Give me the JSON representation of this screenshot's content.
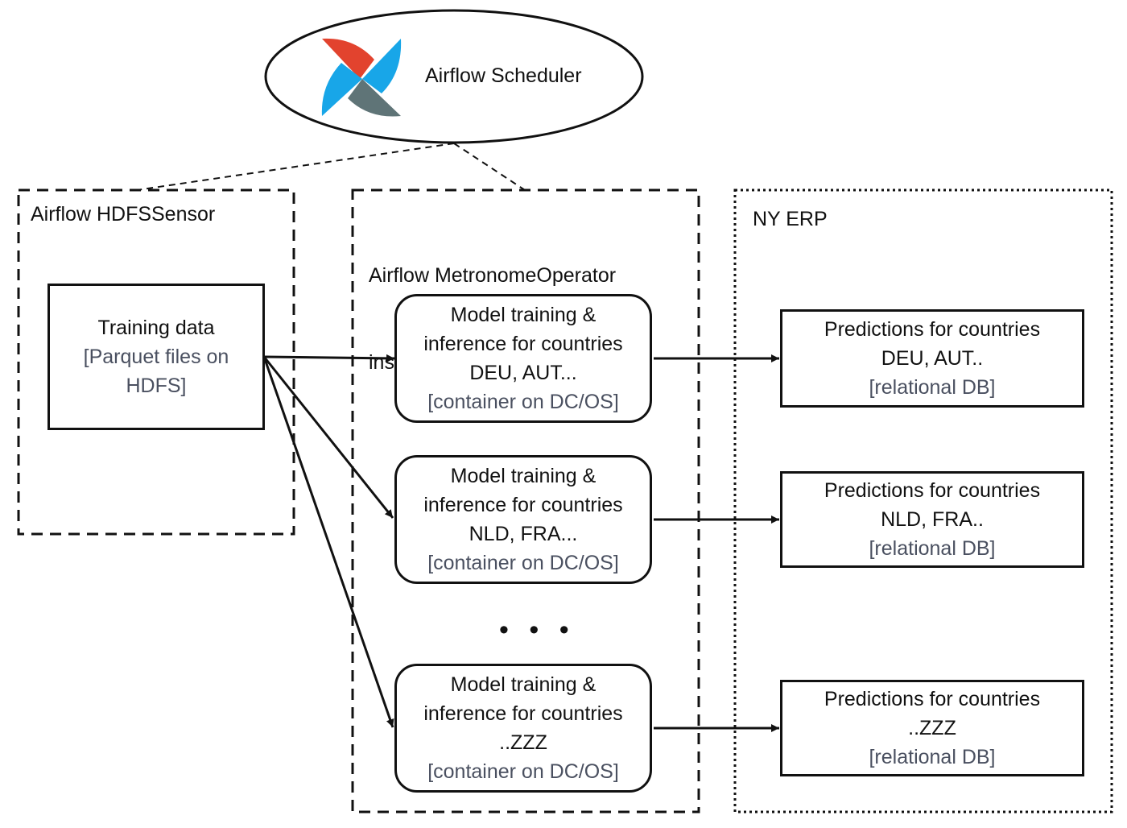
{
  "scheduler": {
    "label": "Airflow Scheduler",
    "icon": "airflow-pinwheel-logo",
    "logo_colors": [
      "#e2432e",
      "#18a6e8",
      "#5f7477"
    ]
  },
  "groups": {
    "sensor": {
      "title": "Airflow HDFSSensor"
    },
    "operator": {
      "title_line1": "Airflow MetronomeOperator",
      "title_line2": "instances"
    },
    "erp": {
      "title": "NY ERP"
    }
  },
  "training_data": {
    "title": "Training data",
    "tech_line1": "[Parquet files on",
    "tech_line2": "HDFS]"
  },
  "model_boxes": [
    {
      "line1": "Model training &",
      "line2": "inference for countries",
      "line3": "DEU, AUT...",
      "tech": "[container on DC/OS]"
    },
    {
      "line1": "Model training &",
      "line2": "inference for countries",
      "line3": "NLD, FRA...",
      "tech": "[container on DC/OS]"
    },
    {
      "line1": "Model training &",
      "line2": "inference for countries",
      "line3": "..ZZZ",
      "tech": "[container on DC/OS]"
    }
  ],
  "ellipsis": "• • •",
  "prediction_boxes": [
    {
      "line1": "Predictions for countries",
      "line2": "DEU, AUT..",
      "tech": "[relational DB]"
    },
    {
      "line1": "Predictions for countries",
      "line2": "NLD, FRA..",
      "tech": "[relational DB]"
    },
    {
      "line1": "Predictions for countries",
      "line2": "..ZZZ",
      "tech": "[relational DB]"
    }
  ],
  "colors": {
    "line": "#111111",
    "tech_text": "#4a5060"
  }
}
